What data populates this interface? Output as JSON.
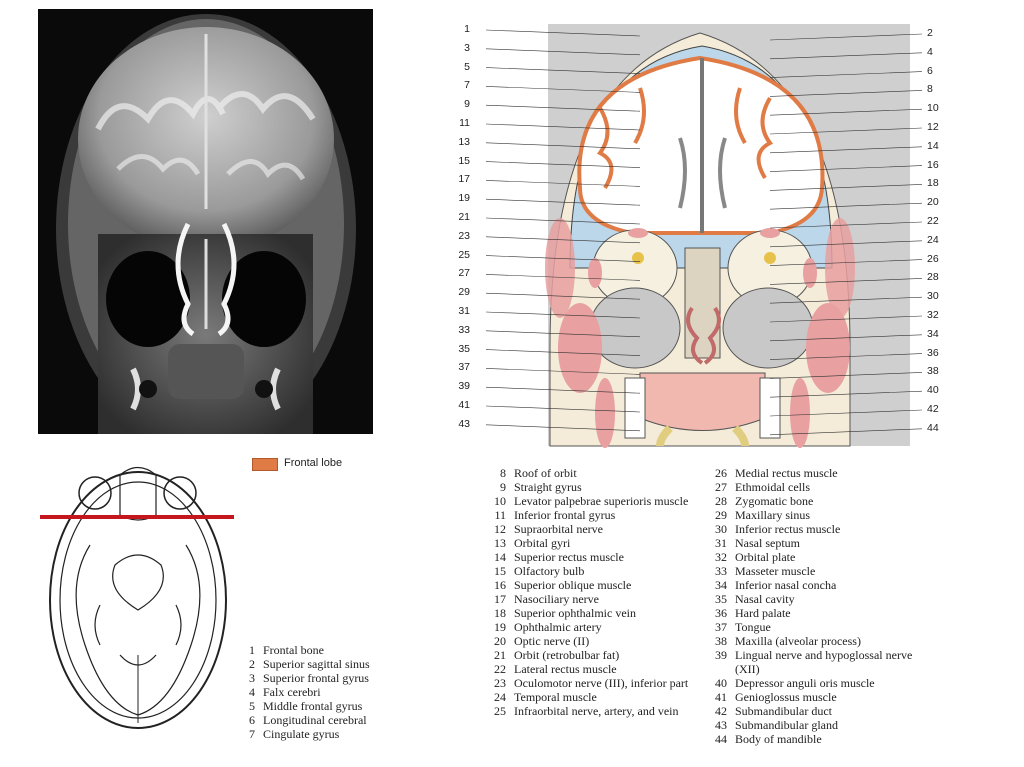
{
  "legend": {
    "label": "Frontal lobe",
    "color": "#e07b45"
  },
  "labels_left": [
    "1",
    "3",
    "5",
    "7",
    "9",
    "11",
    "13",
    "15",
    "17",
    "19",
    "21",
    "23",
    "25",
    "27",
    "29",
    "31",
    "33",
    "35",
    "37",
    "39",
    "41",
    "43"
  ],
  "labels_right": [
    "2",
    "4",
    "6",
    "8",
    "10",
    "12",
    "14",
    "16",
    "18",
    "20",
    "22",
    "24",
    "26",
    "28",
    "30",
    "32",
    "34",
    "36",
    "38",
    "40",
    "42",
    "44"
  ],
  "list_a": [
    {
      "n": "1",
      "t": "Frontal bone"
    },
    {
      "n": "2",
      "t": "Superior sagittal sinus"
    },
    {
      "n": "3",
      "t": "Superior frontal gyrus"
    },
    {
      "n": "4",
      "t": "Falx cerebri"
    },
    {
      "n": "5",
      "t": "Middle frontal gyrus"
    },
    {
      "n": "6",
      "t": "Longitudinal cerebral"
    },
    {
      "n": "7",
      "t": "Cingulate gyrus"
    }
  ],
  "list_b": [
    {
      "n": "8",
      "t": "Roof of orbit"
    },
    {
      "n": "9",
      "t": "Straight gyrus"
    },
    {
      "n": "10",
      "t": "Levator palpebrae superioris muscle"
    },
    {
      "n": "11",
      "t": "Inferior frontal gyrus"
    },
    {
      "n": "12",
      "t": "Supraorbital nerve"
    },
    {
      "n": "13",
      "t": "Orbital gyri"
    },
    {
      "n": "14",
      "t": "Superior rectus muscle"
    },
    {
      "n": "15",
      "t": "Olfactory bulb"
    },
    {
      "n": "16",
      "t": "Superior oblique muscle"
    },
    {
      "n": "17",
      "t": "Nasociliary nerve"
    },
    {
      "n": "18",
      "t": "Superior ophthalmic vein"
    },
    {
      "n": "19",
      "t": "Ophthalmic artery"
    },
    {
      "n": "20",
      "t": "Optic nerve (II)"
    },
    {
      "n": "21",
      "t": "Orbit (retrobulbar fat)"
    },
    {
      "n": "22",
      "t": "Lateral rectus muscle"
    },
    {
      "n": "23",
      "t": "Oculomotor nerve (III), inferior part"
    },
    {
      "n": "24",
      "t": "Temporal muscle"
    },
    {
      "n": "25",
      "t": "Infraorbital nerve, artery, and vein"
    }
  ],
  "list_c": [
    {
      "n": "26",
      "t": "Medial rectus muscle"
    },
    {
      "n": "27",
      "t": "Ethmoidal cells"
    },
    {
      "n": "28",
      "t": "Zygomatic bone"
    },
    {
      "n": "29",
      "t": "Maxillary sinus"
    },
    {
      "n": "30",
      "t": "Inferior rectus muscle"
    },
    {
      "n": "31",
      "t": "Nasal septum"
    },
    {
      "n": "32",
      "t": "Orbital plate"
    },
    {
      "n": "33",
      "t": "Masseter muscle"
    },
    {
      "n": "34",
      "t": "Inferior nasal concha"
    },
    {
      "n": "35",
      "t": "Nasal cavity"
    },
    {
      "n": "36",
      "t": "Hard palate"
    },
    {
      "n": "37",
      "t": "Tongue"
    },
    {
      "n": "38",
      "t": "Maxilla (alveolar process)"
    },
    {
      "n": "39",
      "t": "Lingual nerve and hypoglossal nerve (XII)"
    },
    {
      "n": "40",
      "t": "Depressor anguli oris muscle"
    },
    {
      "n": "41",
      "t": "Genioglossus muscle"
    },
    {
      "n": "42",
      "t": "Submandibular duct"
    },
    {
      "n": "43",
      "t": "Submandibular gland"
    },
    {
      "n": "44",
      "t": "Body of mandible"
    }
  ]
}
